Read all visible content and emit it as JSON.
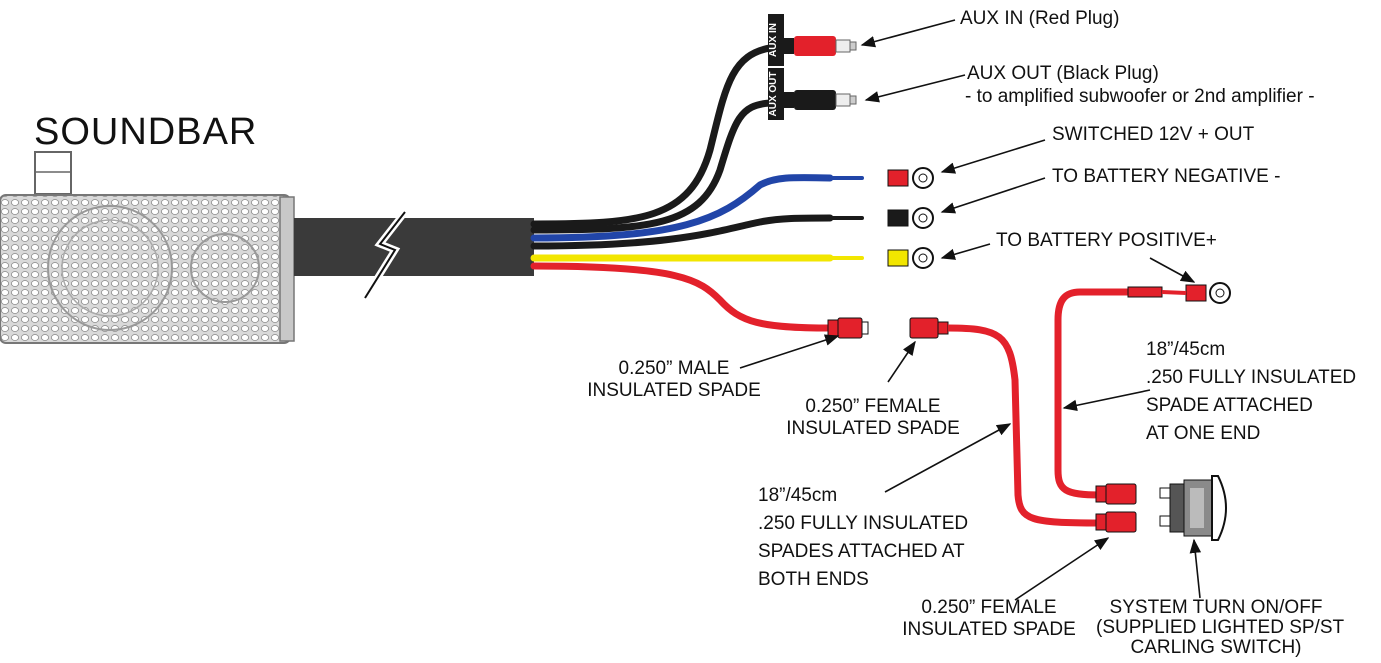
{
  "title": "SOUNDBAR",
  "plugs": {
    "aux_in_tag": "AUX IN",
    "aux_out_tag": "AUX OUT"
  },
  "callouts": {
    "aux_in": "AUX IN (Red Plug)",
    "aux_out": "AUX OUT (Black Plug)",
    "aux_out_note": "- to amplified subwoofer or 2nd amplifier -",
    "switched_12v": "SWITCHED 12V + OUT",
    "battery_negative": "TO BATTERY NEGATIVE -",
    "battery_positive": "TO BATTERY POSITIVE+",
    "male_spade": [
      "0.250” MALE",
      "INSULATED SPADE"
    ],
    "female_spade_1": [
      "0.250” FEMALE",
      "INSULATED SPADE"
    ],
    "jumper_one_end": [
      "18”/45cm",
      ".250 FULLY INSULATED",
      "SPADE ATTACHED",
      "AT ONE END"
    ],
    "jumper_both_ends": [
      "18”/45cm",
      ".250 FULLY INSULATED",
      "SPADES ATTACHED AT",
      "BOTH ENDS"
    ],
    "female_spade_2": [
      "0.250” FEMALE",
      "INSULATED SPADE"
    ],
    "switch": [
      "SYSTEM TURN ON/OFF",
      "(SUPPLIED LIGHTED SP/ST",
      "CARLING SWITCH)"
    ]
  },
  "colors": {
    "wire_red": "#e3212b",
    "wire_black": "#1a1a1a",
    "wire_blue": "#2145a8",
    "wire_yellow": "#f2e600",
    "sheath": "#3a3a3a"
  }
}
